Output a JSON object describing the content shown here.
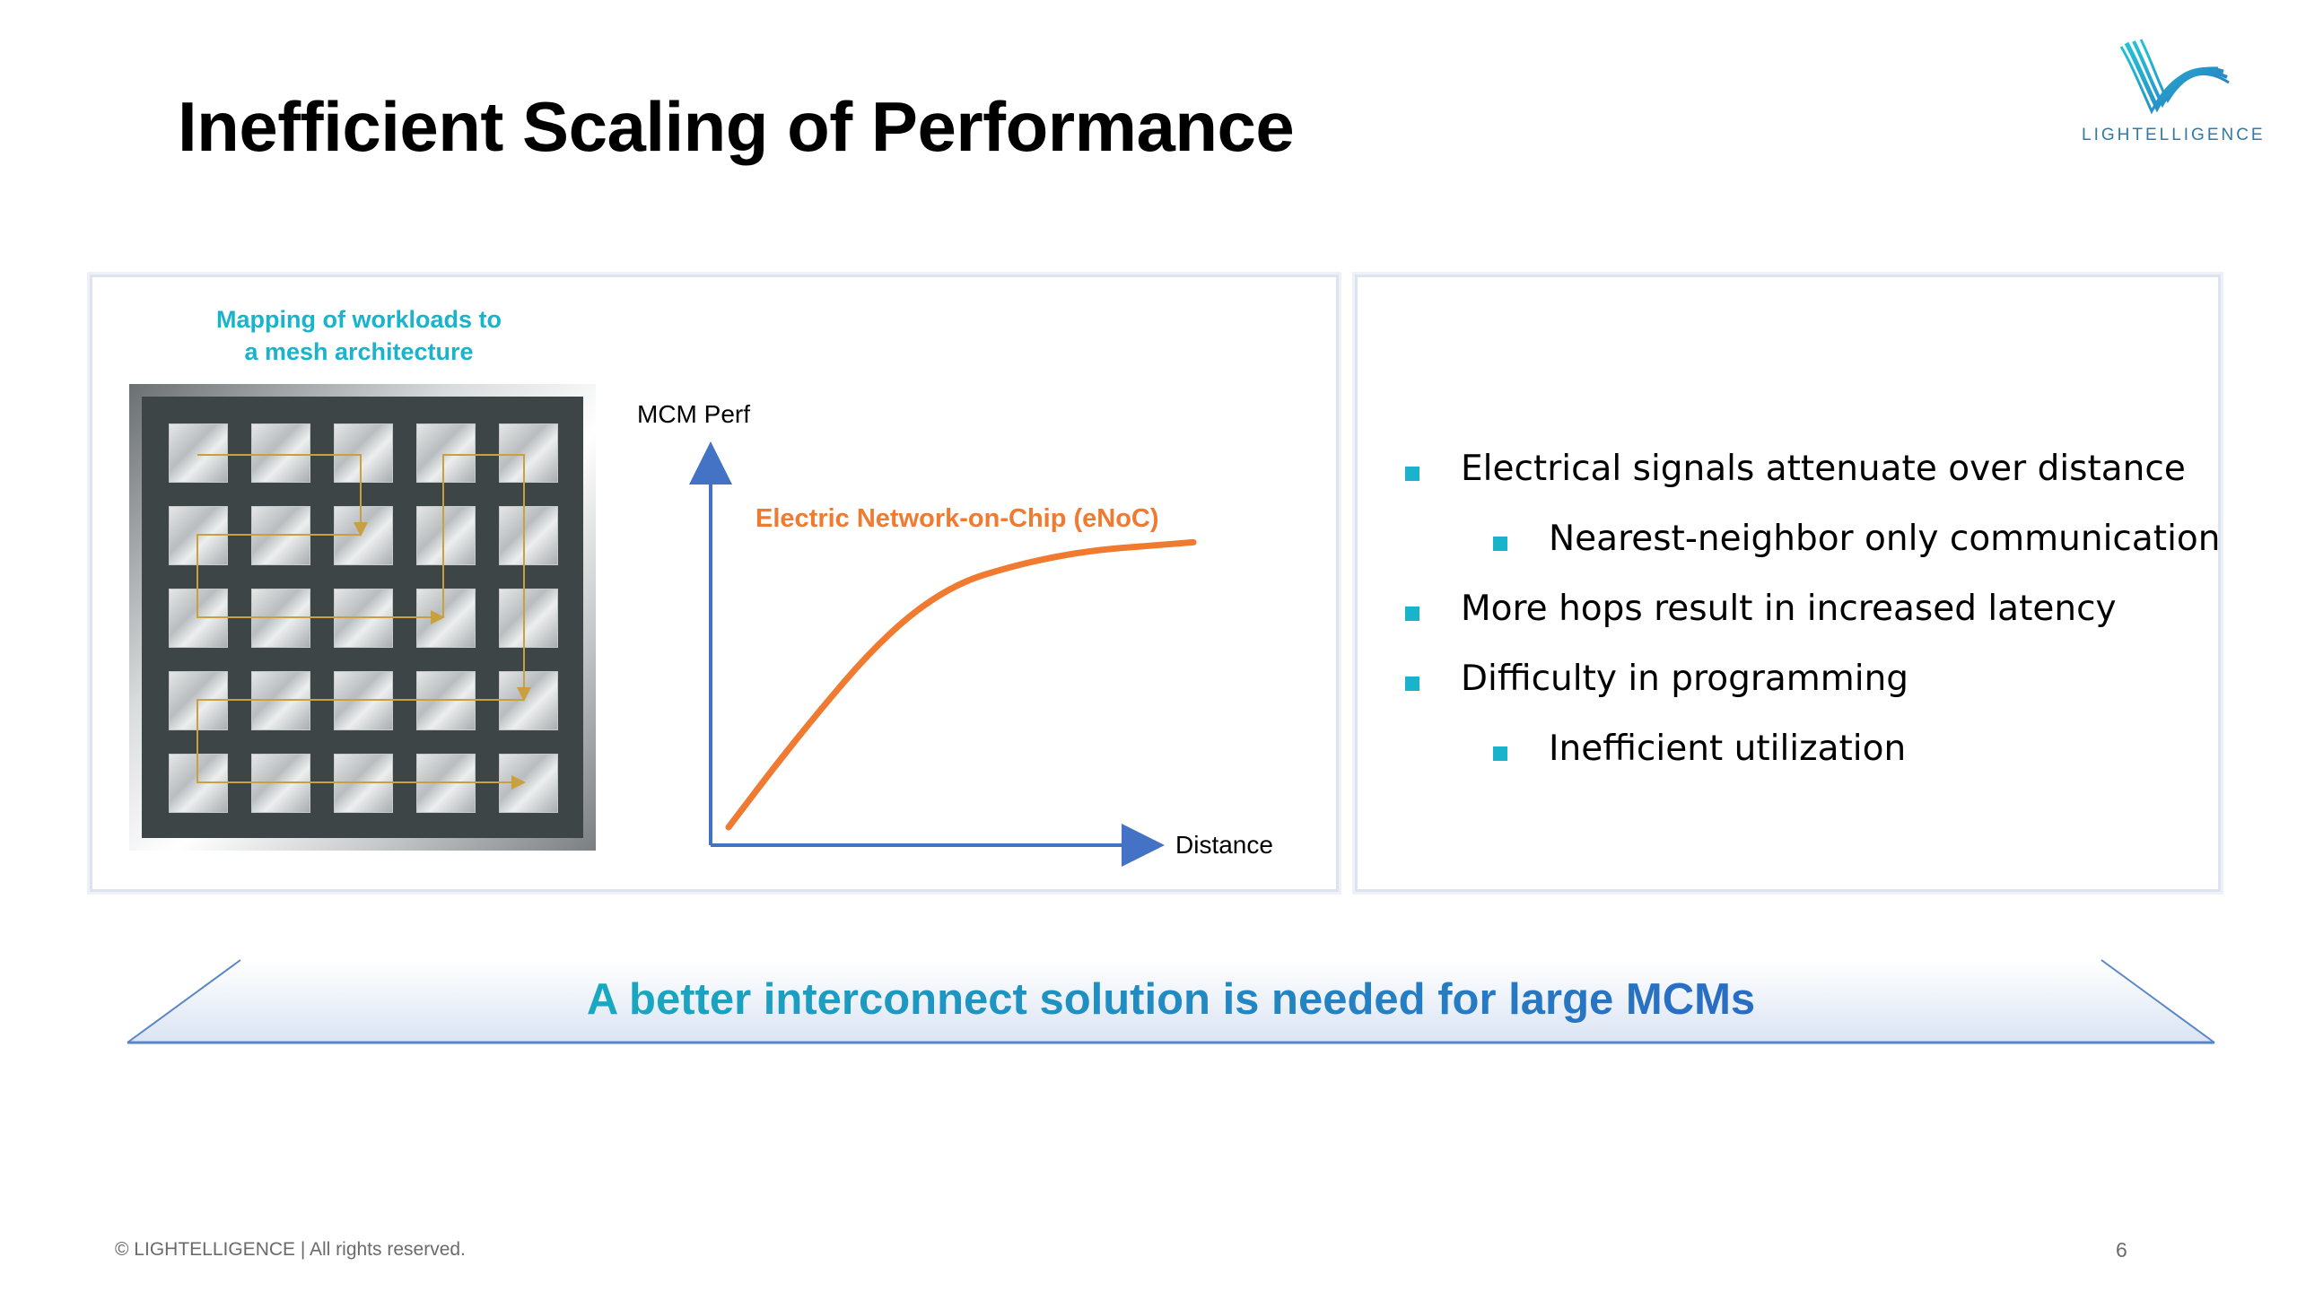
{
  "slide": {
    "title": "Inefficient Scaling of Performance",
    "logo_text": "LIGHTELLIGENCE",
    "page_number": "6",
    "footer": "© LIGHTELLIGENCE | All rights reserved."
  },
  "mesh": {
    "caption_line1": "Mapping of workloads to",
    "caption_line2": "a mesh architecture",
    "rows": 5,
    "cols": 5
  },
  "chart_data": {
    "type": "line",
    "ylabel": "MCM Perf",
    "xlabel": "Distance",
    "series": [
      {
        "name": "Electric Network-on-Chip (eNoC)",
        "x": [
          0,
          0.1,
          0.2,
          0.3,
          0.4,
          0.5,
          0.6,
          0.7,
          0.8,
          0.9,
          1.0
        ],
        "y": [
          0.0,
          0.17,
          0.33,
          0.48,
          0.6,
          0.68,
          0.72,
          0.75,
          0.77,
          0.78,
          0.79
        ]
      }
    ],
    "xlim": [
      0,
      1
    ],
    "ylim": [
      0,
      1
    ],
    "grid": false,
    "colors": {
      "axis": "#4472c4",
      "series": "#f07a30"
    }
  },
  "bullets": [
    {
      "level": 1,
      "text": "Electrical signals attenuate over distance"
    },
    {
      "level": 2,
      "text": "Nearest-neighbor only communication"
    },
    {
      "level": 1,
      "text": "More hops result in increased latency"
    },
    {
      "level": 1,
      "text": "Difficulty in programming"
    },
    {
      "level": 2,
      "text": "Inefficient utilization"
    }
  ],
  "banner": {
    "text": "A better interconnect solution is needed for large MCMs"
  },
  "colors": {
    "accent": "#19b3cc",
    "orange": "#f07a30",
    "blue": "#2a6cc4"
  }
}
